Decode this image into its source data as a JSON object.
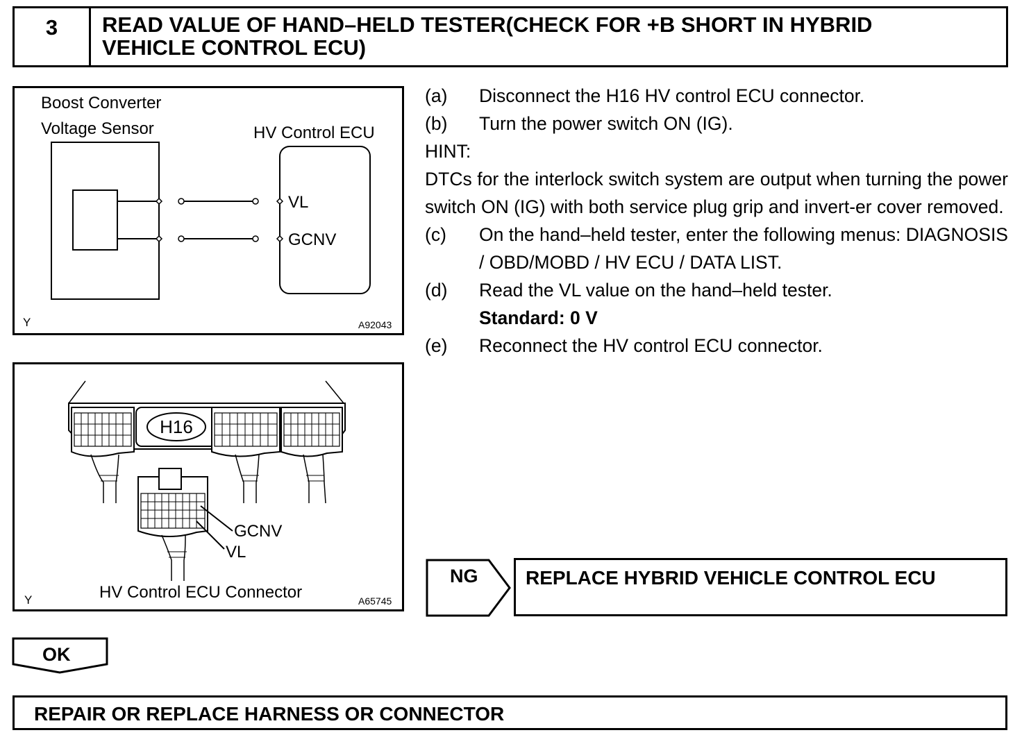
{
  "header": {
    "step_number": "3",
    "title_line1": "READ VALUE OF HAND–HELD TESTER(CHECK FOR +B SHORT IN HYBRID",
    "title_line2": "VEHICLE CONTROL ECU)"
  },
  "figure1": {
    "sensor_label_line1": "Boost Converter",
    "sensor_label_line2": "Voltage Sensor",
    "ecu_label": "HV Control ECU",
    "terminal_vl": "VL",
    "terminal_gcnv": "GCNV",
    "corner_mark": "Y",
    "figure_code": "A92043"
  },
  "figure2": {
    "connector_id": "H16",
    "pin_gcnv": "GCNV",
    "pin_vl": "VL",
    "caption": "HV Control ECU Connector",
    "corner_mark": "Y",
    "figure_code": "A65745"
  },
  "instructions": {
    "a": {
      "letter": "(a)",
      "text": "Disconnect the H16 HV control ECU connector."
    },
    "b": {
      "letter": "(b)",
      "text": "Turn the power switch ON (IG)."
    },
    "hint_label": "HINT:",
    "hint_text": "DTCs for the interlock switch system are output when turning the power switch ON (IG) with both service plug grip and invert-er cover removed.",
    "c": {
      "letter": "(c)",
      "text": "On the hand–held tester, enter the following menus: DIAGNOSIS / OBD/MOBD / HV ECU / DATA LIST."
    },
    "d": {
      "letter": "(d)",
      "text": "Read the VL value on the hand–held tester.",
      "standard": "Standard: 0 V"
    },
    "e": {
      "letter": "(e)",
      "text": "Reconnect the HV control ECU connector."
    }
  },
  "ng": {
    "label": "NG",
    "action": "REPLACE HYBRID VEHICLE CONTROL ECU"
  },
  "ok": {
    "label": "OK"
  },
  "final_action": "REPAIR OR REPLACE HARNESS OR CONNECTOR"
}
